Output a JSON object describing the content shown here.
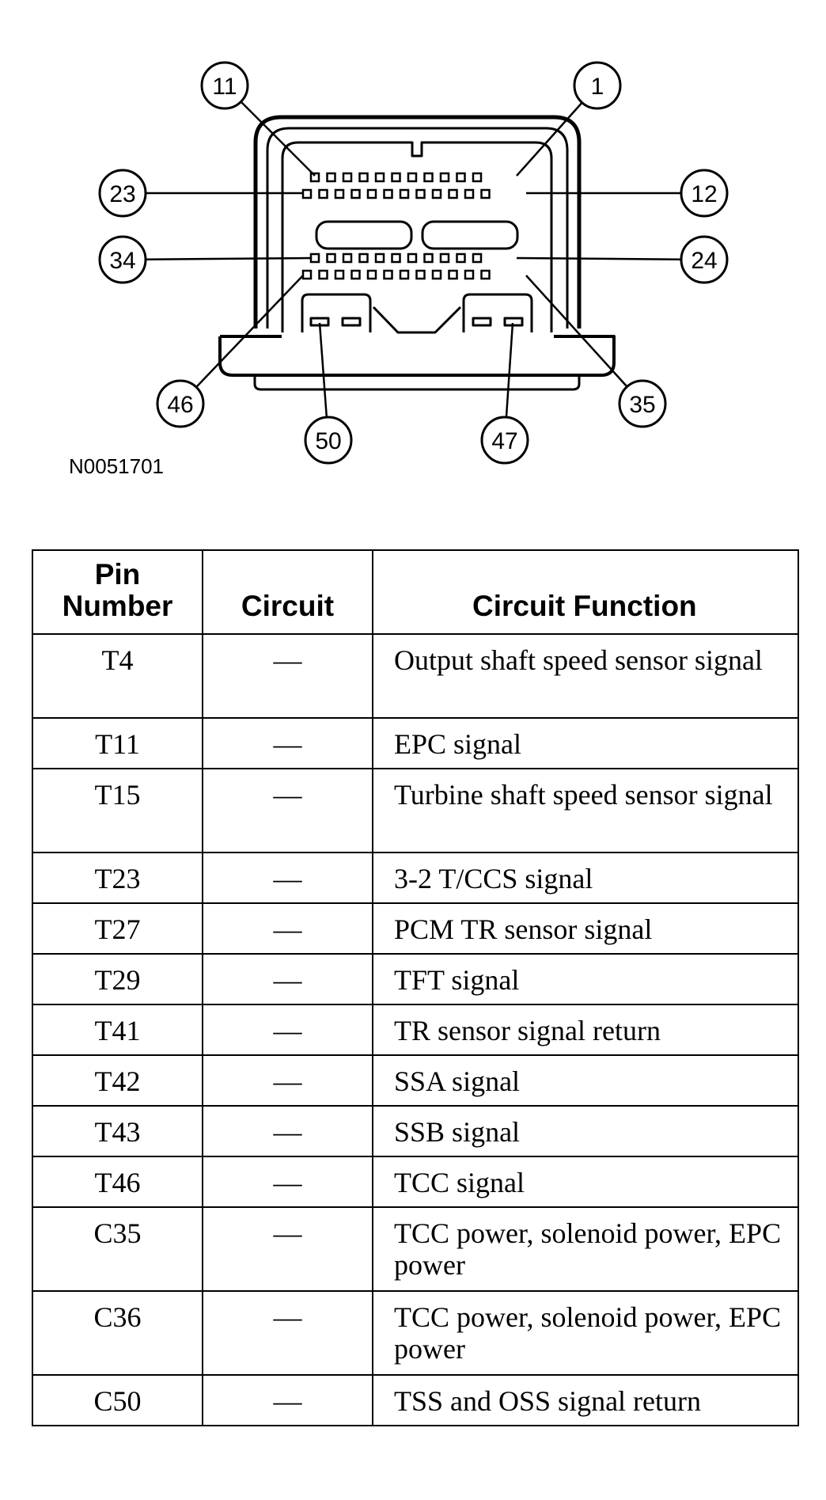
{
  "figure": {
    "id": "N0051701",
    "callouts": [
      "11",
      "1",
      "23",
      "12",
      "34",
      "24",
      "46",
      "35",
      "50",
      "47"
    ]
  },
  "table": {
    "headers": {
      "pin": "Pin Number",
      "circuit": "Circuit",
      "function": "Circuit Function"
    },
    "rows": [
      {
        "pin": "T4",
        "circuit": "—",
        "function": "Output shaft speed sensor signal"
      },
      {
        "pin": "T11",
        "circuit": "—",
        "function": "EPC signal"
      },
      {
        "pin": "T15",
        "circuit": "—",
        "function": "Turbine shaft speed sensor signal"
      },
      {
        "pin": "T23",
        "circuit": "—",
        "function": "3-2 T/CCS signal"
      },
      {
        "pin": "T27",
        "circuit": "—",
        "function": "PCM TR sensor signal"
      },
      {
        "pin": "T29",
        "circuit": "—",
        "function": "TFT signal"
      },
      {
        "pin": "T41",
        "circuit": "—",
        "function": "TR sensor signal return"
      },
      {
        "pin": "T42",
        "circuit": "—",
        "function": "SSA signal"
      },
      {
        "pin": "T43",
        "circuit": "—",
        "function": "SSB signal"
      },
      {
        "pin": "T46",
        "circuit": "—",
        "function": "TCC signal"
      },
      {
        "pin": "C35",
        "circuit": "—",
        "function": "TCC power, solenoid power, EPC power"
      },
      {
        "pin": "C36",
        "circuit": "—",
        "function": "TCC power, solenoid power, EPC power"
      },
      {
        "pin": "C50",
        "circuit": "—",
        "function": "TSS and OSS signal return"
      }
    ]
  }
}
